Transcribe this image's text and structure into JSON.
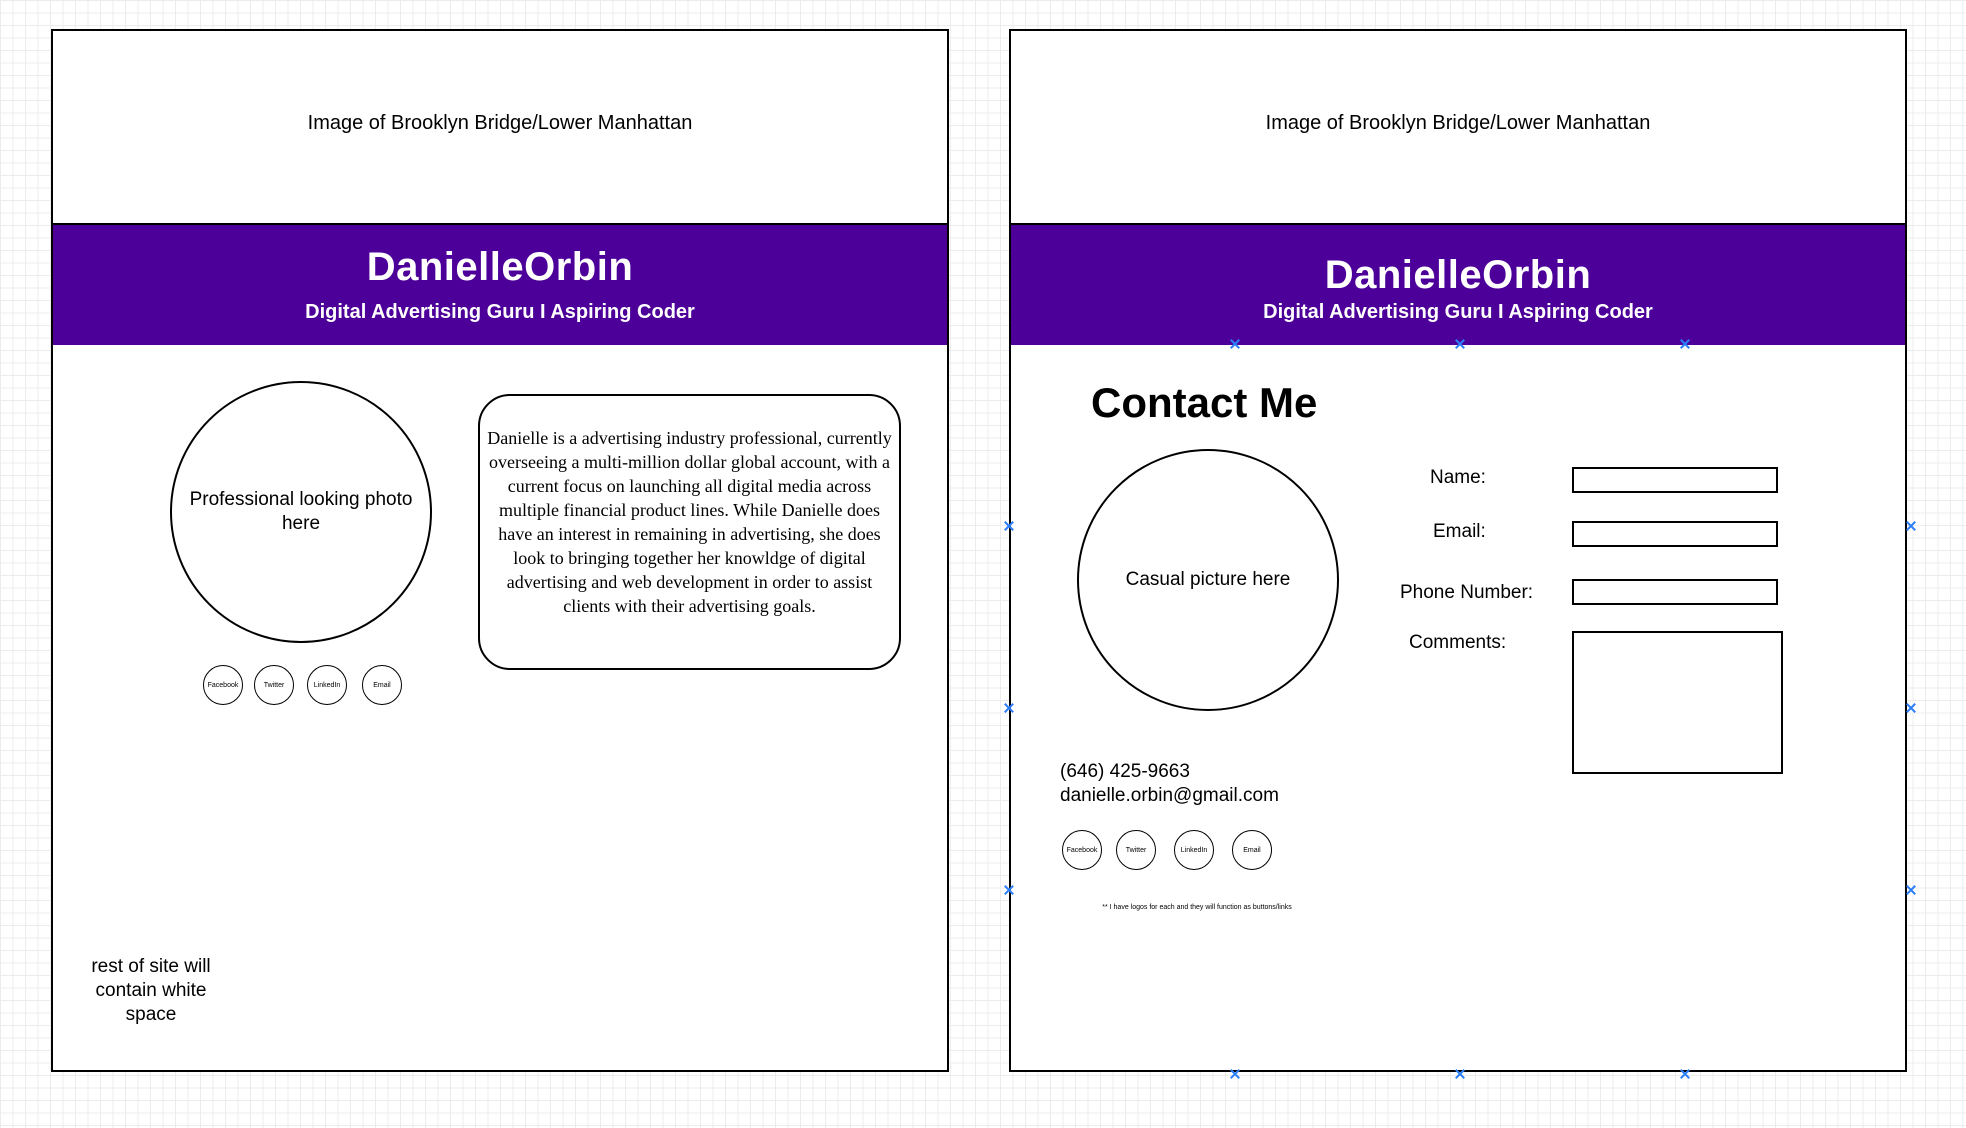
{
  "pages": {
    "left": {
      "hero_text": "Image of Brooklyn Bridge/Lower Manhattan",
      "banner": {
        "name": "DanielleOrbin",
        "tagline": "Digital Advertising Guru I Aspiring Coder"
      },
      "photo_placeholder": "Professional looking photo here",
      "social_buttons": [
        "Facebook",
        "Twitter",
        "LinkedIn",
        "Email"
      ],
      "bio": "Danielle is a advertising industry professional, currently overseeing a multi-million dollar global account, with a current focus on launching all digital media across multiple financial product lines. While Danielle does have an interest in remaining in advertising, she does look to bringing together her knowldge of digital advertising and web development in order to assist clients with their advertising goals.",
      "white_space_note": "rest of site will contain white space"
    },
    "right": {
      "hero_text": "Image of Brooklyn Bridge/Lower Manhattan",
      "banner": {
        "name": "DanielleOrbin",
        "tagline": "Digital Advertising Guru I Aspiring Coder"
      },
      "contact_title": "Contact Me",
      "photo_placeholder": "Casual picture here",
      "form": {
        "name_label": "Name:",
        "email_label": "Email:",
        "phone_label": "Phone Number:",
        "comments_label": "Comments:"
      },
      "phone": "(646) 425-9663",
      "email": "danielle.orbin@gmail.com",
      "social_buttons": [
        "Facebook",
        "Twitter",
        "LinkedIn",
        "Email"
      ],
      "footnote": "** I have logos for each and they will function as buttons/links"
    }
  },
  "colors": {
    "banner": "#4c0099",
    "selection_handle": "#2d7ff9",
    "grid": "#ececec"
  }
}
